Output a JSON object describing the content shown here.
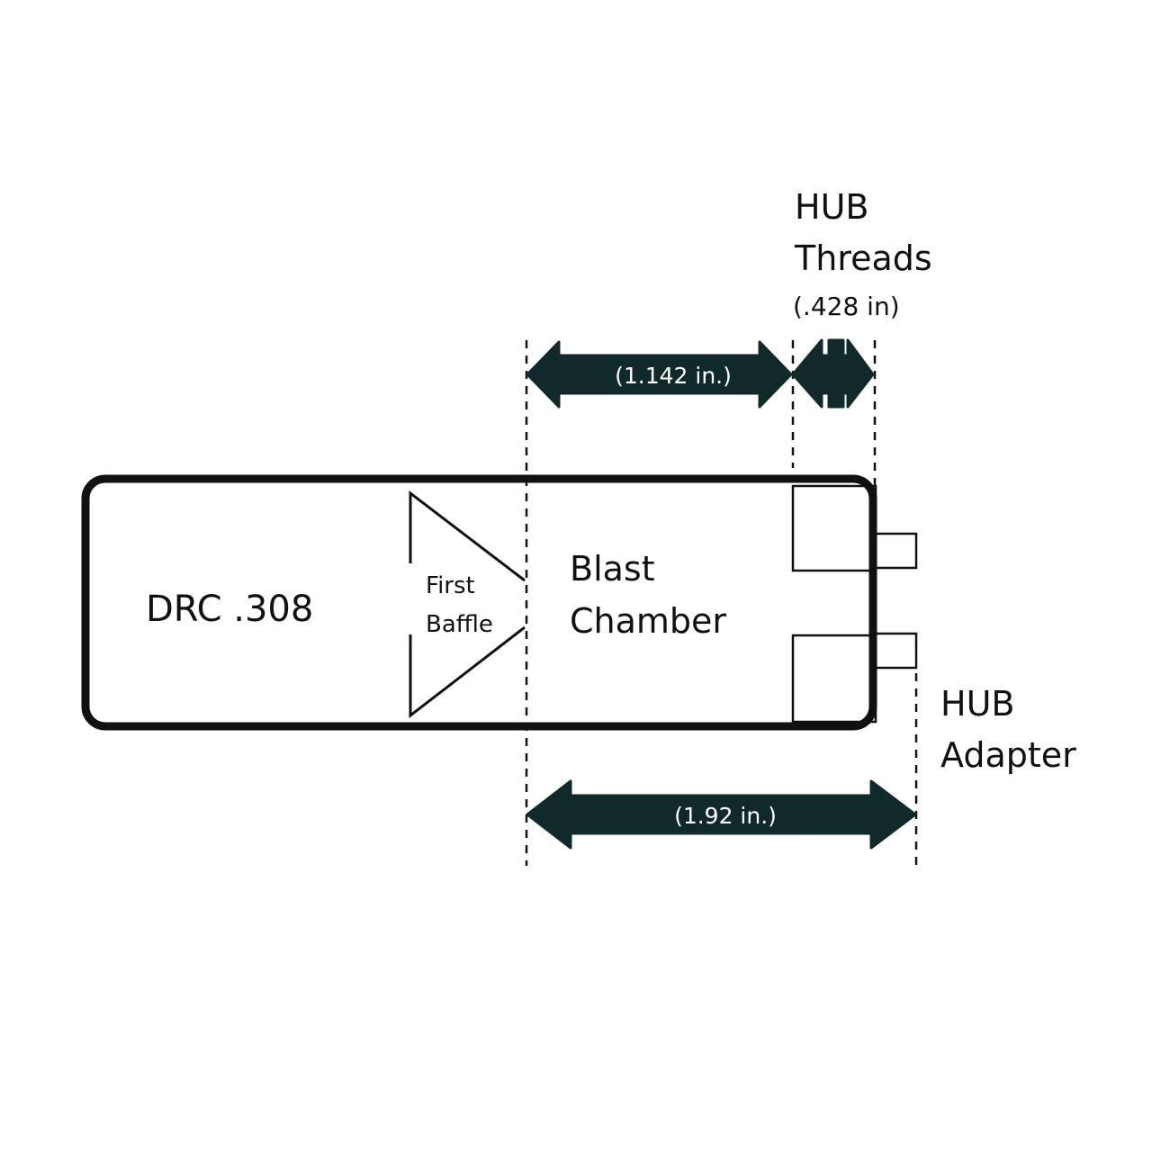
{
  "colors": {
    "outline": "#111111",
    "arrow_fill": "#10292b",
    "arrow_text": "#ffffff",
    "background": "#ffffff"
  },
  "labels": {
    "suppressor": "DRC .308",
    "baffle_line1": "First",
    "baffle_line2": "Baffle",
    "chamber_line1": "Blast",
    "chamber_line2": "Chamber",
    "hub_threads_line1": "HUB",
    "hub_threads_line2": "Threads",
    "hub_threads_dim": "(.428 in)",
    "hub_adapter_line1": "HUB",
    "hub_adapter_line2": "Adapter"
  },
  "dimensions": {
    "blast_chamber": "(1.142 in.)",
    "overall": "(1.92 in.)"
  }
}
